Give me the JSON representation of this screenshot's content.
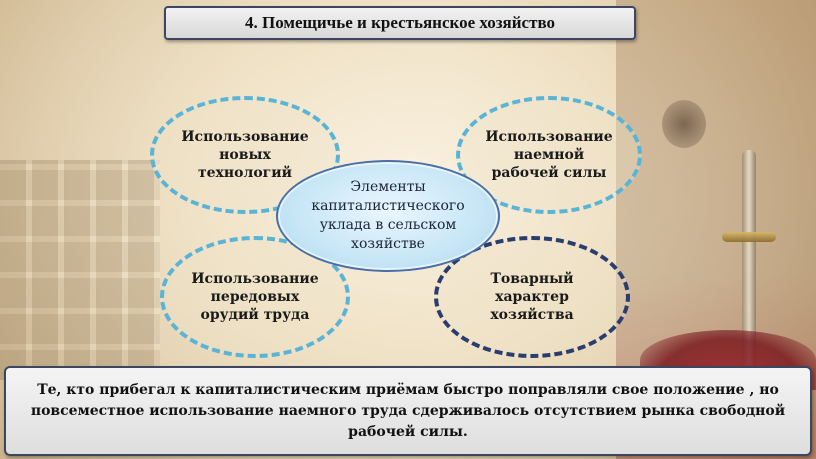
{
  "title": "4. Помещичье и крестьянское хозяйство",
  "center": "Элементы капиталистического уклада в сельском хозяйстве",
  "elements": {
    "top_left": [
      "Использование",
      "новых",
      "технологий"
    ],
    "top_right": [
      "Использование",
      "наемной",
      "рабочей силы"
    ],
    "bottom_left": [
      "Использование",
      "передовых",
      "орудий труда"
    ],
    "bottom_right": [
      "Товарный",
      "характер",
      "хозяйства"
    ]
  },
  "conclusion": "Те, кто прибегал к капиталистическим приёмам быстро поправляли свое положение , но повсеместное использование наемного труда сдерживалось отсутствием рынка свободной рабочей силы.",
  "colors": {
    "light_dash": "#5ab4d6",
    "dark_dash": "#2b3d6e",
    "center_fill": "#c7e6f6",
    "frame_border": "#3d4660"
  }
}
